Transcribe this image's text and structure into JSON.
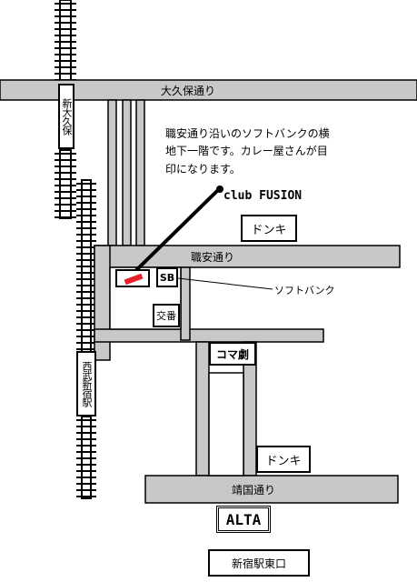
{
  "roads": {
    "okubo_dori": "大久保通り",
    "shokuan_dori": "職安通り",
    "yasukuni_dori": "靖国通り"
  },
  "stations": {
    "shin_okubo": "新大久保",
    "seibu_shinjuku": "西武新宿駅",
    "shinjuku_east_exit": "新宿駅東口"
  },
  "note": {
    "line1": "職安通り沿いのソフトバンクの横",
    "line2": "地下一階です。カレー屋さんが目",
    "line3": "印になります。"
  },
  "venue": {
    "name": "club FUSION"
  },
  "landmarks": {
    "donki_top": "ドンキ",
    "donki_bottom": "ドンキ",
    "softbank_badge": "SB",
    "softbank_label": "ソフトバンク",
    "police_box": "交番",
    "koma_theater": "コマ劇",
    "alta": "ALTA"
  },
  "colors": {
    "road_fill": "#c8c8c8",
    "road_edge": "#000000",
    "marker": "#e8202a",
    "background": "#ffffff"
  }
}
